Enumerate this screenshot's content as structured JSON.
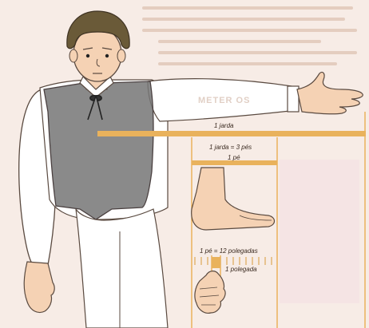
{
  "labels": {
    "jarda": "1 jarda",
    "jarda_pes": "1 jarda = 3 pés",
    "pe": "1 pé",
    "pe_polegadas": "1 pé = 12 polegadas",
    "polegada": "1 polegada"
  },
  "background_text": {
    "heading": "METER OS"
  },
  "colors": {
    "measure_bar": "#e9b25c",
    "guide_line": "#e8a33a",
    "vest": "#767676",
    "hair": "#6a5a38",
    "skin": "#f5d2b4",
    "background": "#f7ece6"
  }
}
